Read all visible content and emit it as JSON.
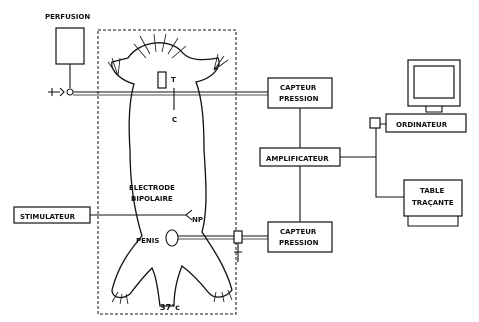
{
  "labels": {
    "perfusion": "PERFUSION",
    "capteur_pression_top_1": "CAPTEUR",
    "capteur_pression_top_2": "PRESSION",
    "amplificateur": "AMPLIFICATEUR",
    "ordinateur": "ORDINATEUR",
    "table_tracante_1": "TABLE",
    "table_tracante_2": "TRAÇANTE",
    "stimulateur": "STIMULATEUR",
    "electrode_1": "ELECTRODE",
    "electrode_2": "BIPOLAIRE",
    "np": "NP",
    "penis": "PENIS",
    "capteur_pression_bottom_1": "CAPTEUR",
    "capteur_pression_bottom_2": "PRESSION",
    "temperature": "37°c",
    "tube_t": "T",
    "tube_c": "C"
  }
}
